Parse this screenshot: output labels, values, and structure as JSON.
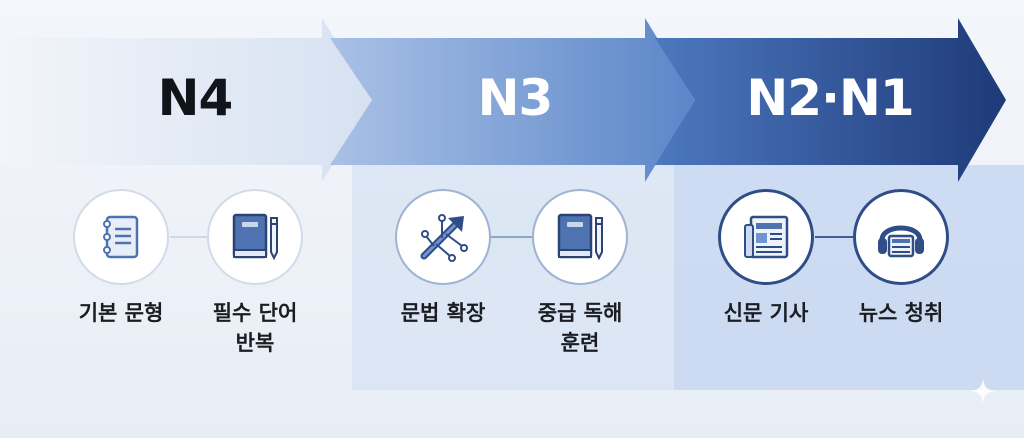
{
  "stages": [
    {
      "label": "N4",
      "items": [
        {
          "label": "기본 문형",
          "icon": "notebook-icon"
        },
        {
          "label": "필수 단어\n반복",
          "icon": "book-pencil-icon"
        }
      ]
    },
    {
      "label": "N3",
      "items": [
        {
          "label": "문법 확장",
          "icon": "branching-arrow-icon"
        },
        {
          "label": "중급 독해\n훈련",
          "icon": "book-pencil-icon"
        }
      ]
    },
    {
      "label": "N2·N1",
      "items": [
        {
          "label": "신문 기사",
          "icon": "newspaper-icon"
        },
        {
          "label": "뉴스 청취",
          "icon": "headphones-icon"
        }
      ]
    }
  ],
  "colors": {
    "arrow_light": "#dbe5f3",
    "arrow_mid": "#6f95d2",
    "arrow_dark": "#1f3c7a",
    "icon_blue": "#4f72b0",
    "icon_dark": "#2f4d86"
  }
}
